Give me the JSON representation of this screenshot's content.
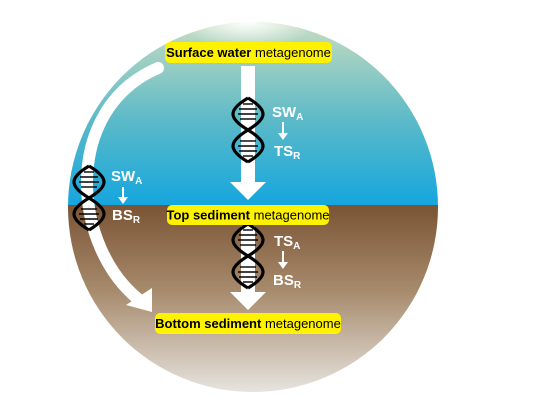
{
  "labels": {
    "surface": {
      "bold": "Surface water",
      "rest": " metagenome"
    },
    "top": {
      "bold": "Top sediment",
      "rest": " metagenome"
    },
    "bottom": {
      "bold": "Bottom sediment",
      "rest": " metagenome"
    }
  },
  "transfers": {
    "sw_to_ts": {
      "from": "SW",
      "from_sub": "A",
      "to": "TS",
      "to_sub": "R"
    },
    "ts_to_bs": {
      "from": "TS",
      "from_sub": "A",
      "to": "BS",
      "to_sub": "R"
    },
    "sw_to_bs": {
      "from": "SW",
      "from_sub": "A",
      "to": "BS",
      "to_sub": "R"
    }
  },
  "colors": {
    "water_top": "#c8ddc0",
    "water_mid": "#5ab9c8",
    "water_bottom": "#14a6de",
    "sediment_top": "#7a5434",
    "sediment_mid": "#a78a6c",
    "sediment_bottom": "#e8e6e2",
    "label_fill": "#fff200",
    "arrow": "#ffffff"
  }
}
